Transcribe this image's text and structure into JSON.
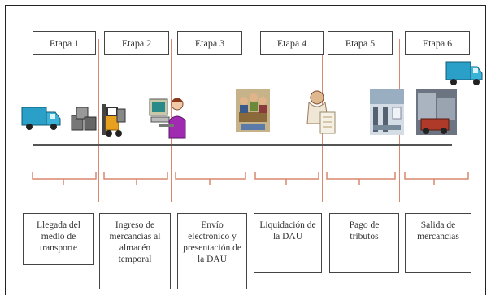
{
  "stages": [
    {
      "label": "Etapa 1",
      "description": "Llegada del\nmedio de\ntransporte",
      "icon": "truck-icon"
    },
    {
      "label": "Etapa 2",
      "description": "Ingreso de\nmercancías al\nalmacén\ntemporal",
      "icon": "warehouse-forklift-icon"
    },
    {
      "label": "Etapa 3",
      "description": "Envío\nelectrónico y\npresentación de\nla DAU",
      "icon": "computer-operator-icon"
    },
    {
      "label": "Etapa 4",
      "description": "Liquidación de\nla DAU",
      "icon": "meeting-icon"
    },
    {
      "label": "Etapa 5",
      "description": "Pago de\ntributos",
      "icon": "payment-icon"
    },
    {
      "label": "Etapa 6",
      "description": "Salida de\nmercancías",
      "icon": "truck-icon"
    }
  ],
  "colors": {
    "divider": "#d9876e",
    "border": "#444444",
    "timeline": "#555555",
    "truck": "#2aa0c8"
  }
}
